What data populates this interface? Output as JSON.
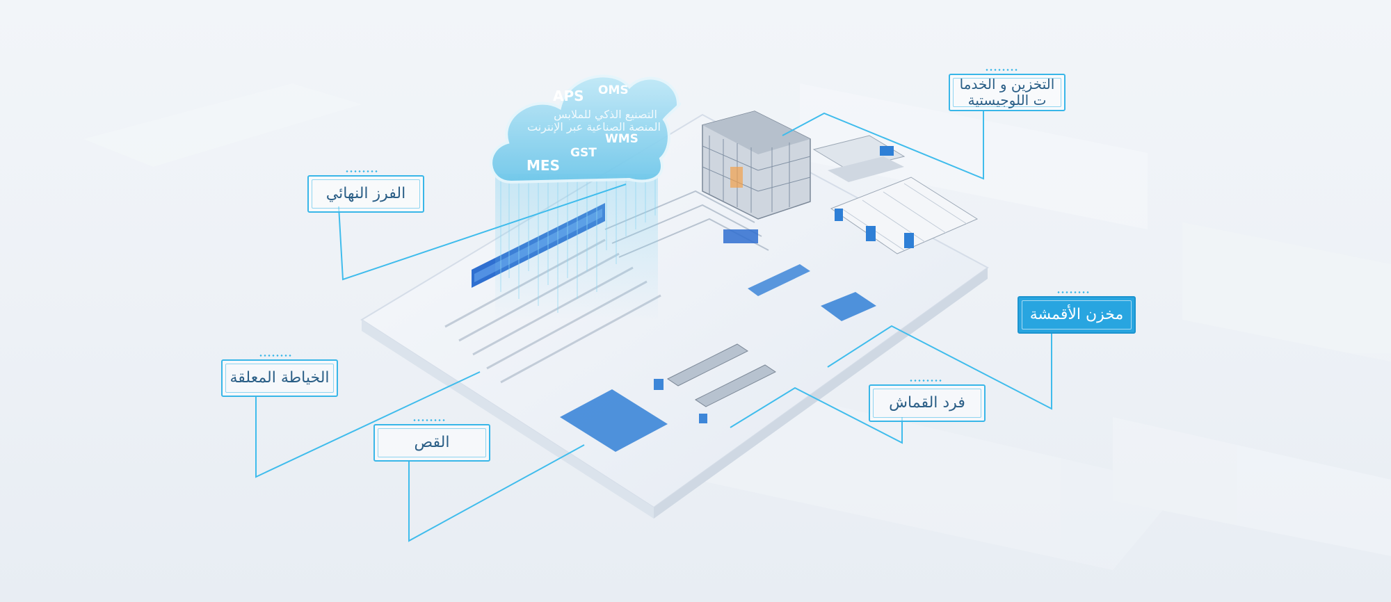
{
  "cloud": {
    "systems": [
      "APS",
      "OMS",
      "MES",
      "GST",
      "WMS"
    ],
    "caption_line1": "التصنيع الذكي للملابس",
    "caption_line2": "المنصة الصناعية عبر الإنترنت"
  },
  "labels": {
    "final_sorting": "الفرز النهائي",
    "storage_logistics_line1": "التخزين و الخدما",
    "storage_logistics_line2": "ت اللوجيستية",
    "fabric_warehouse": "مخزن الأقمشة",
    "hanging_sewing": "الخياطة المعلقة",
    "fabric_spreading": "فرد القماش",
    "cutting": "القص"
  },
  "colors": {
    "accent": "#38b6e8",
    "active_label_bg": "#28a5e0",
    "label_text": "#2a5e86",
    "background": "#eef2f7"
  },
  "icons": [
    "cloud-icon",
    "factory-floor-illustration"
  ]
}
